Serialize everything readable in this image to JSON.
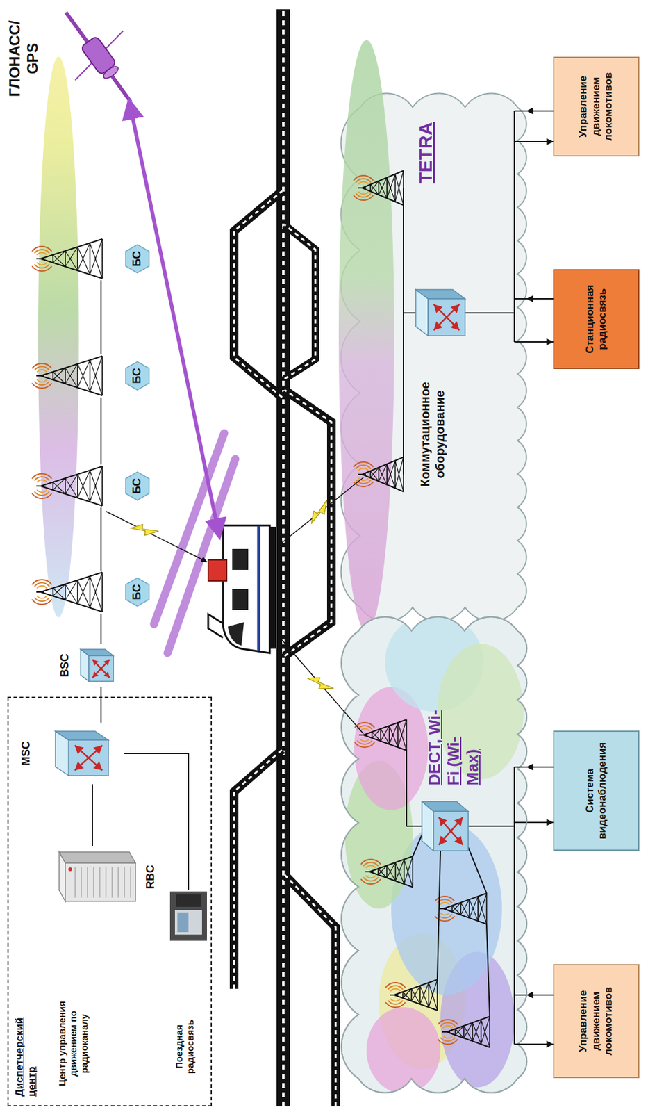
{
  "diagram": {
    "nodes": [
      {
        "text": [
          "Диспетчерский центр"
        ]
      },
      {
        "text": [
          "Центр управления движением по радиоканалу",
          "RBC"
        ],
        "in": 0
      },
      {
        "text": [
          "Поездная радиосвязь"
        ],
        "in": 0
      },
      {
        "text": [
          "MSC"
        ],
        "in": 0
      },
      {
        "text": [
          "BSC"
        ]
      },
      {
        "text": [
          "БС"
        ]
      },
      {
        "text": [
          "БС"
        ]
      },
      {
        "text": [
          "БС"
        ]
      },
      {
        "text": [
          "БС"
        ]
      },
      {
        "text": [
          "ГЛОНАСС/ GPS"
        ]
      },
      {
        "text": [
          "TETRA"
        ]
      },
      {
        "text": [
          "Коммутационное оборудование"
        ],
        "in": 10
      },
      {
        "text": [
          "Управление движением локомотивов"
        ]
      },
      {
        "text": [
          "Станционная радиосвязь"
        ]
      },
      {
        "text": [
          "DECT, Wi-Fi (Wi-Max)"
        ]
      },
      {
        "text": [
          "Система видеонаблюдения"
        ]
      },
      {
        "text": [
          "Управление движением локомотивов"
        ]
      }
    ],
    "edges": [
      {
        "from": 1,
        "to": 3,
        "arrow": "none"
      },
      {
        "from": 2,
        "to": 3,
        "arrow": "none"
      },
      {
        "from": 3,
        "to": 4,
        "arrow": "none"
      },
      {
        "from": 4,
        "to": 5,
        "arrow": "none"
      },
      {
        "from": 5,
        "to": 6,
        "arrow": "none"
      },
      {
        "from": 6,
        "to": 7,
        "arrow": "none"
      },
      {
        "from": 7,
        "to": 8,
        "arrow": "none"
      },
      {
        "from": 10,
        "to": 12,
        "arrow": "to"
      },
      {
        "from": 12,
        "to": 10,
        "arrow": "to"
      },
      {
        "from": 10,
        "to": 13,
        "arrow": "to"
      },
      {
        "from": 13,
        "to": 10,
        "arrow": "to"
      },
      {
        "from": 14,
        "to": 15,
        "arrow": "to"
      },
      {
        "from": 15,
        "to": 14,
        "arrow": "to"
      },
      {
        "from": 14,
        "to": 16,
        "arrow": "to"
      },
      {
        "from": 16,
        "to": 14,
        "arrow": "to"
      }
    ]
  }
}
